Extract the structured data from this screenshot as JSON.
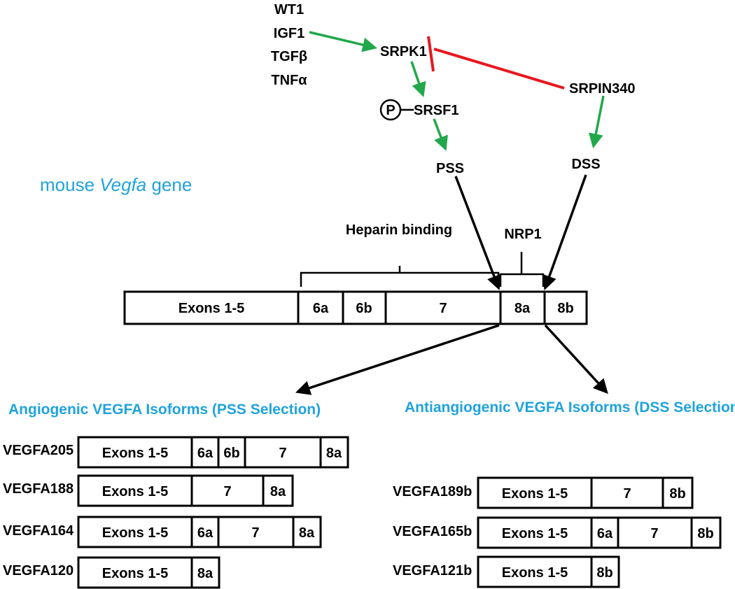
{
  "upstream_factors": [
    "WT1",
    "IGF1",
    "TGFβ",
    "TNFα"
  ],
  "pathway": {
    "kinase": "SRPK1",
    "inhibitor": "SRPIN340",
    "phospho_symbol": "P",
    "splicing_factor": "SRSF1",
    "proximal_site": "PSS",
    "distal_site": "DSS"
  },
  "gene_title": {
    "prefix": "mouse ",
    "gene": "Vegfa",
    "suffix": " gene"
  },
  "annotations": {
    "heparin": "Heparin binding",
    "nrp1": "NRP1"
  },
  "gene_exons": [
    "Exons 1-5",
    "6a",
    "6b",
    "7",
    "8a",
    "8b"
  ],
  "headings": {
    "angiogenic": "Angiogenic VEGFA Isoforms (PSS Selection)",
    "antiangiogenic": "Antiangiogenic VEGFA Isoforms (DSS Selection)"
  },
  "angiogenic_isoforms": [
    {
      "name": "VEGFA205",
      "exons": [
        "Exons 1-5",
        "6a",
        "6b",
        "7",
        "8a"
      ]
    },
    {
      "name": "VEGFA188",
      "exons": [
        "Exons 1-5",
        "7",
        "8a"
      ]
    },
    {
      "name": "VEGFA164",
      "exons": [
        "Exons 1-5",
        "6a",
        "7",
        "8a"
      ]
    },
    {
      "name": "VEGFA120",
      "exons": [
        "Exons 1-5",
        "8a"
      ]
    }
  ],
  "antiangiogenic_isoforms": [
    {
      "name": "VEGFA189b",
      "exons": [
        "Exons 1-5",
        "7",
        "8b"
      ]
    },
    {
      "name": "VEGFA165b",
      "exons": [
        "Exons 1-5",
        "6a",
        "7",
        "8b"
      ]
    },
    {
      "name": "VEGFA121b",
      "exons": [
        "Exons 1-5",
        "8b"
      ]
    }
  ],
  "colors": {
    "activation": "#22a84a",
    "inhibition": "#e8171f",
    "heading": "#1fa3dc",
    "line": "#000000"
  }
}
